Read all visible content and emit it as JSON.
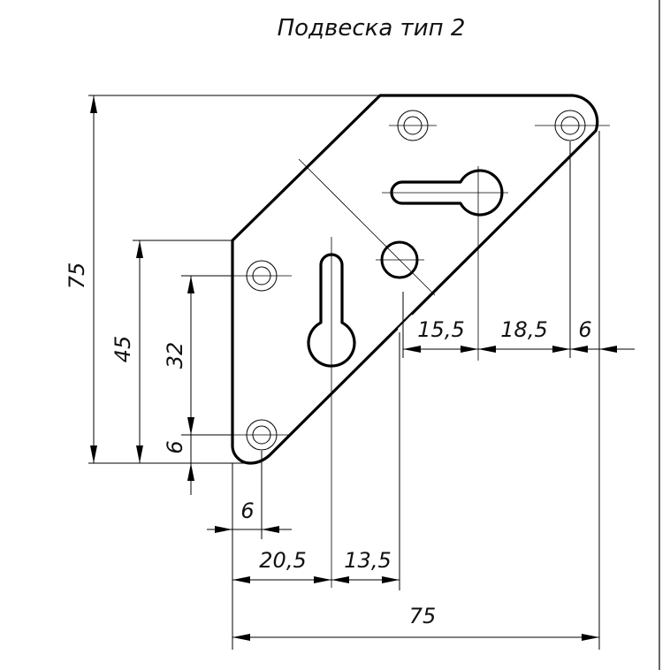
{
  "title": "Подвеска тип 2",
  "dimensions": {
    "height_total": "75",
    "height_45": "45",
    "height_32": "32",
    "height_6": "6",
    "width_6_bottom": "6",
    "width_20_5": "20,5",
    "width_13_5": "13,5",
    "width_total": "75",
    "width_15_5": "15,5",
    "width_18_5": "18,5",
    "width_6_right": "6"
  }
}
